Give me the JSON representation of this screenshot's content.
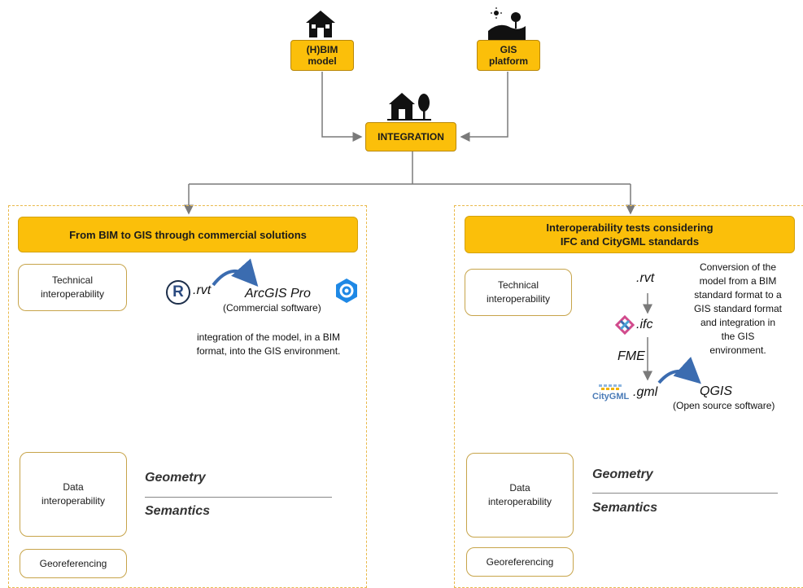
{
  "top": {
    "hbim": "(H)BIM\nmodel",
    "gis": "GIS\nplatform",
    "integration": "INTEGRATION",
    "icons": [
      "house-icon",
      "landscape-icon",
      "house-tree-icon"
    ]
  },
  "left": {
    "banner": "From BIM to GIS through commercial solutions",
    "technical": "Technical\ninteroperability",
    "rvt": ".rvt",
    "arcgis": "ArcGIS Pro",
    "arcgis_note": "(Commercial software)",
    "description": "integration of the model, in a BIM\nformat, into the GIS environment.",
    "data": "Data\ninteroperability",
    "geometry": "Geometry",
    "semantics": "Semantics",
    "georef": "Georeferencing",
    "revit_letter": "R"
  },
  "right": {
    "banner": "Interoperability tests considering\nIFC and CityGML standards",
    "technical": "Technical\ninteroperability",
    "rvt": ".rvt",
    "ifc": ".ifc",
    "fme": "FME",
    "gml": ".gml",
    "citygml_logo": "CityGML",
    "qgis": "QGIS",
    "qgis_note": "(Open source software)",
    "description": "Conversion of the\nmodel from a BIM\nstandard format to a\nGIS standard format\nand integration in\nthe GIS\nenvironment.",
    "data": "Data\ninteroperability",
    "geometry": "Geometry",
    "semantics": "Semantics",
    "georef": "Georeferencing"
  },
  "colors": {
    "accent": "#fbbf0a",
    "border": "#c7a44a",
    "arrow": "#7a7a7a",
    "curve": "#3b6cb0"
  }
}
